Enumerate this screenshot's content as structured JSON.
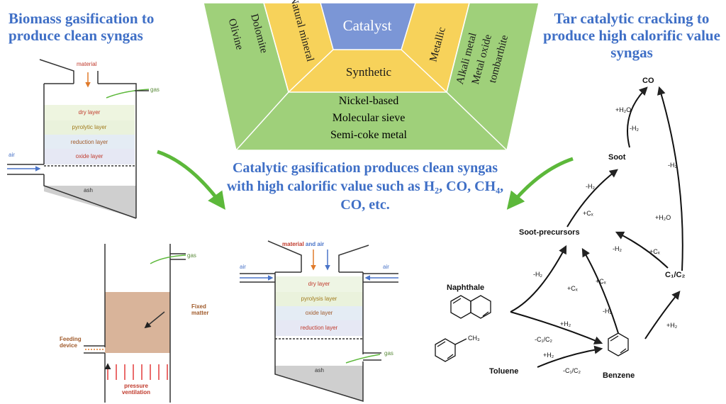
{
  "titles": {
    "left": "Biomass gasification to produce clean syngas",
    "right": "Tar catalytic cracking to produce high calorific value syngas",
    "center": "Catalytic gasification produces clean syngas with high calorific value such as H₂, CO, CH₄, CO, etc."
  },
  "catalyst_diagram": {
    "center": "Catalyst",
    "natural": "Natural mineral",
    "metallic": "Metallic",
    "synthetic": "Synthetic",
    "dolomite": "Dolomite",
    "olivine": "Olivine",
    "alkali": "Alkali metal",
    "metal_oxide": "Metal oxide",
    "tombarthite": "tombarthite",
    "nickel": "Nickel-based",
    "sieve": "Molecular sieve",
    "semicoke": "Semi-coke metal",
    "colors": {
      "center": "#7b96d6",
      "yellow": "#f7d25a",
      "green": "#9fd07a"
    }
  },
  "reactor1": {
    "material": "material",
    "gas": "gas",
    "air": "air",
    "layers": [
      "dry layer",
      "pyrolytic layer",
      "reduction layer",
      "oxide layer"
    ],
    "ash": "ash"
  },
  "reactor2": {
    "gas": "gas",
    "fixed": "Fixed matter",
    "feeding": "Feeding device",
    "pressure": "pressure ventilation"
  },
  "reactor3": {
    "material": "material",
    "and_air": "and air",
    "air_left": "air",
    "air_right": "air",
    "gas": "gas",
    "layers": [
      "dry layer",
      "pyrolysis layer",
      "oxide layer",
      "reduction layer"
    ],
    "ash": "ash"
  },
  "chemistry": {
    "co": "CO",
    "soot": "Soot",
    "soot_precursors": "Soot-precursors",
    "c1c2": "C₁/C₂",
    "naphthalene": "Naphthale",
    "toluene": "Toluene",
    "benzene": "Benzene",
    "ch3": "CH₃",
    "h2o_1": "+H₂O",
    "h2o_2": "+H₂O",
    "minus_h2_1": "-H₂",
    "minus_h2_2": "-H₂",
    "minus_h2_3": "-H₂",
    "minus_h2_4": "-H₂",
    "minus_h2_5": "-H₂",
    "minus_h2_6": "-H₂",
    "cx_1": "+Cₓ",
    "cx_2": "+Cₓ",
    "cx_3": "+Cₓ",
    "cx_4": "+Cₓ",
    "plus_h2_1": "+H₂",
    "plus_h2_2": "+H₂",
    "plus_h2_3": "+H₂",
    "c1c2_minus_1": "-C₁/C₂",
    "c1c2_minus_2": "-C₁/C₂"
  }
}
